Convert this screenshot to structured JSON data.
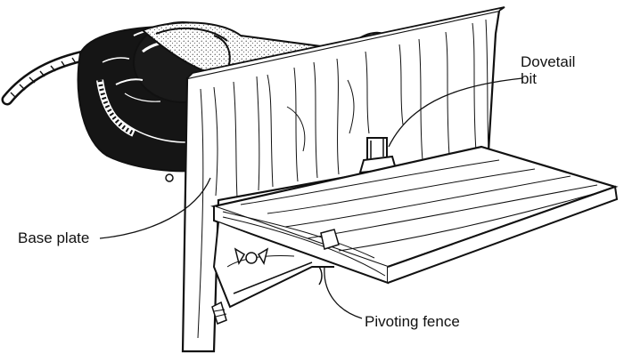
{
  "labels": {
    "dovetail_line1": "Dovetail",
    "dovetail_line2": "bit",
    "base_plate": "Base plate",
    "pivoting_fence": "Pivoting fence"
  },
  "colors": {
    "ink": "#111111",
    "router_body": "#151515",
    "wood": "#ffffff"
  }
}
